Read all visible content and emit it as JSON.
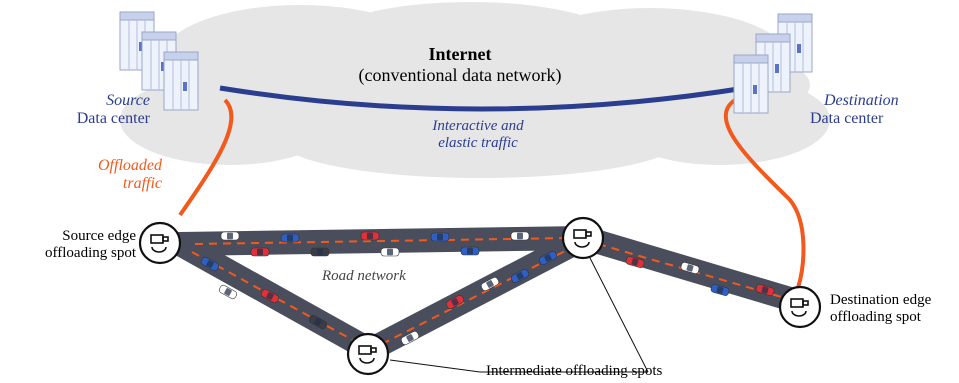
{
  "internet": {
    "title": "Internet",
    "subtitle": "(conventional data network)"
  },
  "source_dc": {
    "line1": "Source",
    "line2": "Data center"
  },
  "destination_dc": {
    "line1": "Destination",
    "line2": "Data center"
  },
  "elastic": {
    "line1": "Interactive and",
    "line2": "elastic traffic"
  },
  "offloaded": {
    "line1": "Offloaded",
    "line2": "traffic"
  },
  "source_edge": {
    "line1": "Source edge",
    "line2": "offloading spot"
  },
  "destination_edge": {
    "line1": "Destination edge",
    "line2": "offloading spot"
  },
  "road_network": "Road network",
  "intermediate": "Intermediate offloading spots",
  "colors": {
    "internet_link": "#2b3d8f",
    "offload_link": "#f25a1d",
    "road": "#4a4d5c",
    "cloud": "#e6e6e6",
    "label_blue": "#2b3d8f"
  }
}
